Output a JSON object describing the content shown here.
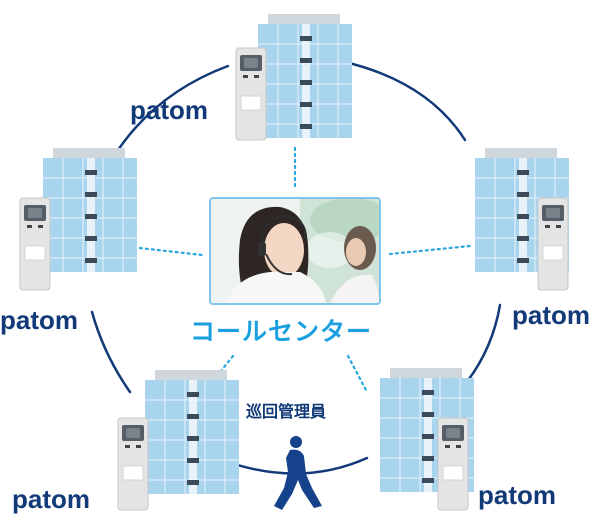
{
  "nodes": [
    {
      "id": "top",
      "label": "patom"
    },
    {
      "id": "left",
      "label": "patom"
    },
    {
      "id": "right",
      "label": "patom"
    },
    {
      "id": "bottom-left",
      "label": "patom"
    },
    {
      "id": "bottom-right",
      "label": "patom"
    }
  ],
  "center": {
    "label": "コールセンター"
  },
  "patrol": {
    "label": "巡回管理員"
  },
  "colors": {
    "ring": "#123a78",
    "dots": "#2aa6de",
    "center_text": "#1aa0e0",
    "building_glass": "#a9d4ee"
  }
}
